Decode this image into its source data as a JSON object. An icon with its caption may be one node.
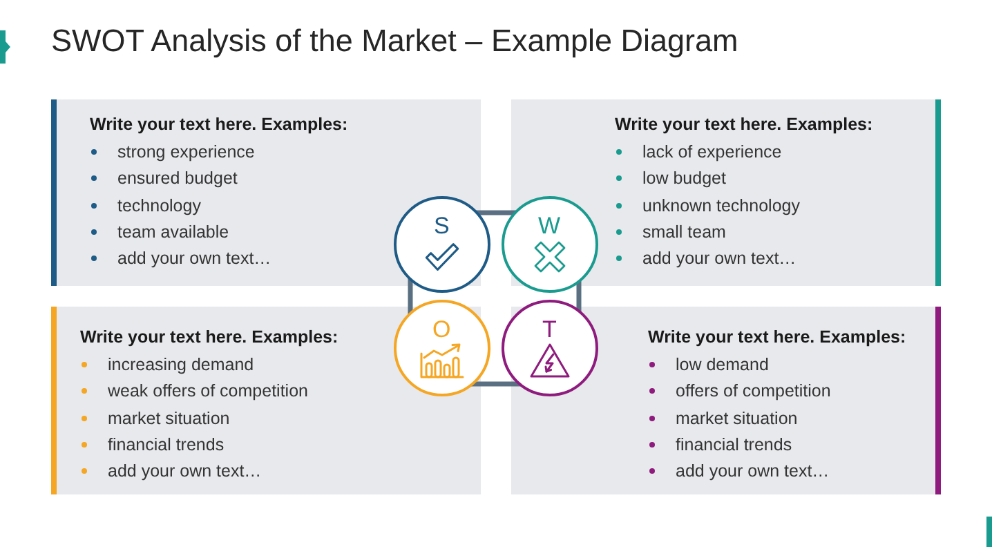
{
  "diagram": {
    "title": "SWOT Analysis of the Market – Example Diagram",
    "nodes": [
      {
        "text": [
          "Write your text here. Examples:",
          "strong experience",
          "ensured budget",
          "technology",
          "team available",
          "add your own text…"
        ]
      },
      {
        "text": [
          "Write your text here. Examples:",
          "lack of experience",
          "low budget",
          "unknown technology",
          "small team",
          "add your own text…"
        ]
      },
      {
        "text": [
          "Write your text here. Examples:",
          "increasing demand",
          "weak offers of competition",
          "market situation",
          "financial trends",
          "add your own text…"
        ]
      },
      {
        "text": [
          "Write your text here. Examples:",
          "low demand",
          "offers of competition",
          "market situation",
          "financial trends",
          "add your own text…"
        ]
      },
      {
        "text": [
          "S"
        ]
      },
      {
        "text": [
          "W"
        ]
      },
      {
        "text": [
          "O"
        ]
      },
      {
        "text": [
          "T"
        ]
      }
    ]
  }
}
